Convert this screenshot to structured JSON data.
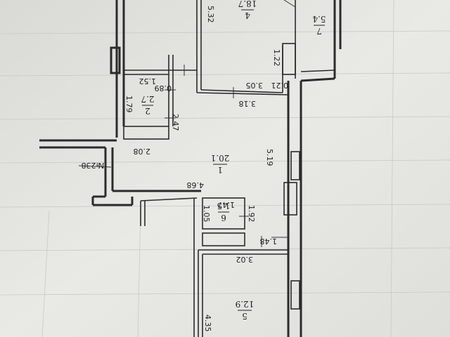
{
  "plan": {
    "apartment_number": "№238",
    "rooms": [
      {
        "number": "1",
        "area": "20.1"
      },
      {
        "number": "2",
        "area": "2.7"
      },
      {
        "number": "4",
        "area": "18.7"
      },
      {
        "number": "5",
        "area": "12.9"
      },
      {
        "number": "6",
        "area": "1.5"
      },
      {
        "number": "7",
        "area": "5.4"
      }
    ],
    "dimensions": [
      "5.32",
      "1.22",
      "1.52",
      "0.89",
      "3.05",
      "0.21",
      "3.18",
      "1.79",
      "2.47",
      "2.08",
      "5.19",
      "4.68",
      "1.47",
      "1.05",
      "1.92",
      "1.48",
      "3.02",
      "4.35"
    ]
  },
  "colors": {
    "paper": "#e6e6e2",
    "ink": "#2b2b2b",
    "shadow": "#b9b9b5"
  }
}
